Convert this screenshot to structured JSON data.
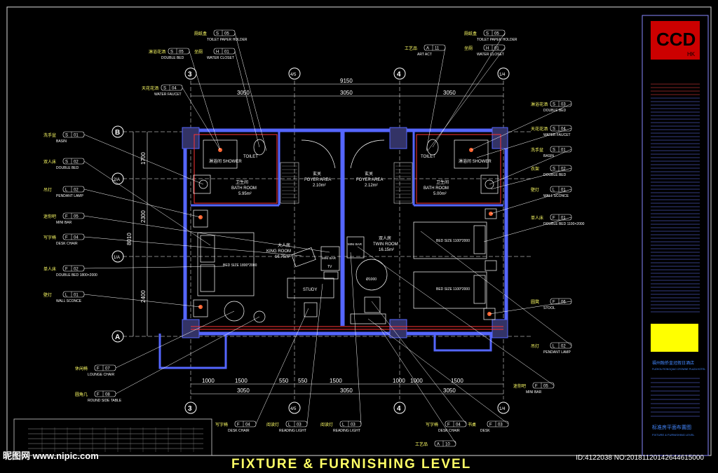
{
  "title": "FIXTURE & FURNISHING LEVEL",
  "watermark_left": "昵图网 www.nipic.com",
  "watermark_right": "ID:4122038 NO:20181120142644615000",
  "logo": {
    "text": "CCD",
    "sub": "HK",
    "color": "#cc0000"
  },
  "titleblock": {
    "project_cn": "福州融侨皇冠假日酒店",
    "project_en": "FUZHOU RONGQIAO CROWNE PLAZA HOTEL",
    "sheet_cn": "标准房平面布置图",
    "sheet_en": "FIXTURE & FURNISHING LEVEL"
  },
  "grid": {
    "top": [
      "3",
      "4/5",
      "4",
      "1/4"
    ],
    "bottom": [
      "3",
      "4/5",
      "4",
      "1/4"
    ],
    "left": [
      "B",
      "2/A",
      "1/A",
      "A"
    ]
  },
  "dims": {
    "top_total": "9150",
    "top_a": "3050",
    "top_b": "3050",
    "top_c": "3050",
    "left_a": "1700",
    "left_b": "2300",
    "left_total": "8010",
    "left_c": "2400",
    "bottom": [
      "1000",
      "1500",
      "550",
      "550",
      "1500",
      "1000",
      "1000",
      "1500"
    ],
    "bottom_b": [
      "3050",
      "3050",
      "3050"
    ]
  },
  "rooms": {
    "bath_left": {
      "cn": "卫生间",
      "en": "BATH ROOM",
      "area": "5.95m²"
    },
    "foyer_left": {
      "cn": "玄关",
      "en": "FOYER AREA",
      "area": "2.10m²"
    },
    "foyer_right": {
      "cn": "玄关",
      "en": "FOYER AREA",
      "area": "2.12m²"
    },
    "bath_right": {
      "cn": "卫生间",
      "en": "BATH ROOM",
      "area": "5.00m²"
    },
    "king": {
      "cn": "大人房",
      "en": "KING ROOM",
      "area": "16.75m²"
    },
    "twin": {
      "cn": "双人房",
      "en": "TWIN ROOM",
      "area": "16.15m²"
    },
    "shower_l": "淋浴间 SHOWER",
    "shower_r": "淋浴间 SHOWER",
    "toilet_l": "TOILET",
    "toilet_r": "TOILET",
    "study": "STUDY",
    "bed_king": "BED SIZE 1800*2000",
    "bed_twin1": "BED SIZE 1100*2000",
    "bed_twin2": "BED SIZE 1100*2000",
    "bar_l": "MINI BAR",
    "bar_r": "MINI BAR",
    "tv": "TV",
    "table": "Ø1000"
  },
  "tags_left": [
    {
      "cn": "天花花洒",
      "code": "S",
      "num": "04",
      "en": "WATER FAUCET"
    },
    {
      "cn": "洗手盆",
      "code": "S",
      "num": "01",
      "en": "BASIN"
    },
    {
      "cn": "双人床",
      "code": "S",
      "num": "02",
      "en": "DOUBLE BED"
    },
    {
      "cn": "吊灯",
      "code": "L",
      "num": "02",
      "en": "PENDANT LAMP"
    },
    {
      "cn": "迷你吧",
      "code": "F",
      "num": "05",
      "en": "MINI BAR"
    },
    {
      "cn": "写字椅",
      "code": "F",
      "num": "04",
      "en": "DESK CHAIR"
    },
    {
      "cn": "单人床",
      "code": "F",
      "num": "02",
      "en": "DOUBLE BED 1800×2000"
    },
    {
      "cn": "壁灯",
      "code": "L",
      "num": "01",
      "en": "WALL SCONCE"
    },
    {
      "cn": "休闲椅",
      "code": "F",
      "num": "07",
      "en": "LOUNGE CHAIR"
    },
    {
      "cn": "圆角几",
      "code": "F",
      "num": "08",
      "en": "ROUND SIDE TABLE"
    }
  ],
  "tags_top": [
    {
      "cn": "厕纸盒",
      "code": "S",
      "num": "05",
      "en": "TOILET PAPER HOLDER"
    },
    {
      "cn": "淋浴花洒",
      "code": "S",
      "num": "05",
      "en": "DOUBLE BED"
    },
    {
      "cn": "坐厕",
      "code": "H",
      "num": "01",
      "en": "WATER CLOSET"
    },
    {
      "cn": "工艺品",
      "code": "A",
      "num": "11",
      "en": "ART ACT"
    },
    {
      "cn": "厕纸盒",
      "code": "S",
      "num": "05",
      "en": "TOILET PAPER HOLDER"
    },
    {
      "cn": "坐厕",
      "code": "H",
      "num": "01",
      "en": "WATER CLOSET"
    }
  ],
  "tags_right": [
    {
      "cn": "淋浴花洒",
      "code": "S",
      "num": "03",
      "en": "DOUBLE BED"
    },
    {
      "cn": "天花花洒",
      "code": "S",
      "num": "04",
      "en": "WATER FAUCET"
    },
    {
      "cn": "洗手盆",
      "code": "S",
      "num": "01",
      "en": "BASIN"
    },
    {
      "cn": "衣架",
      "code": "S",
      "num": "02",
      "en": "DOUBLE BED"
    },
    {
      "cn": "壁灯",
      "code": "L",
      "num": "01",
      "en": "WALL SCONCE"
    },
    {
      "cn": "单人床",
      "code": "F",
      "num": "01",
      "en": "DOUBLE BED 1100×2000"
    },
    {
      "cn": "圆凳",
      "code": "F",
      "num": "06",
      "en": "STOOL"
    },
    {
      "cn": "吊灯",
      "code": "L",
      "num": "02",
      "en": "PENDANT LAMP"
    },
    {
      "cn": "迷你吧",
      "code": "F",
      "num": "05",
      "en": "MINI BAR"
    }
  ],
  "tags_bottom": [
    {
      "cn": "写字椅",
      "code": "F",
      "num": "04",
      "en": "DESK CHAIR"
    },
    {
      "cn": "阅读灯",
      "code": "L",
      "num": "03",
      "en": "READING LIGHT"
    },
    {
      "cn": "阅读灯",
      "code": "L",
      "num": "03",
      "en": "READING LIGHT"
    },
    {
      "cn": "写字椅",
      "code": "F",
      "num": "04",
      "en": "DESK CHAIR"
    },
    {
      "cn": "书桌",
      "code": "F",
      "num": "03",
      "en": "DESK"
    },
    {
      "cn": "工艺品",
      "code": "A",
      "num": "10",
      "en": ""
    }
  ]
}
